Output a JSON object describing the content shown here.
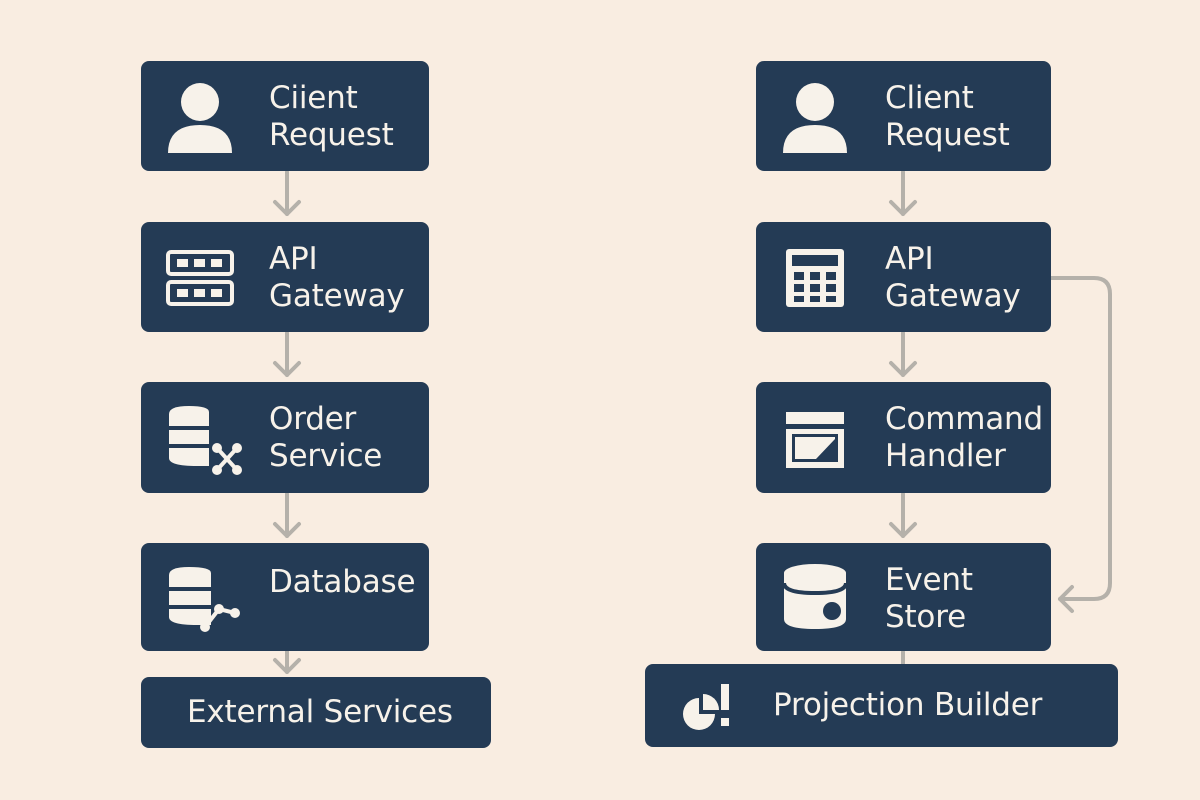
{
  "colors": {
    "background": "#f9ede1",
    "box": "#243b55",
    "box_text": "#f7f2ea",
    "arrow": "#b5b1aa"
  },
  "left_flow": {
    "client": {
      "line1": "Ciient",
      "line2": "Request",
      "icon": "user-icon"
    },
    "gateway": {
      "line1": "API",
      "line2": "Gateway",
      "icon": "server-rack-icon"
    },
    "order": {
      "line1": "Order",
      "line2": "Service",
      "icon": "database-network-icon"
    },
    "database": {
      "label": "Database",
      "icon": "database-share-icon"
    },
    "external": {
      "label": "External Services"
    }
  },
  "right_flow": {
    "client": {
      "line1": "Client",
      "line2": "Request",
      "icon": "user-icon"
    },
    "gateway": {
      "line1": "API",
      "line2": "Gateway",
      "icon": "calculator-grid-icon"
    },
    "command": {
      "line1": "Command",
      "line2": "Handler",
      "icon": "window-icon"
    },
    "event_store": {
      "line1": "Event",
      "line2": "Store",
      "icon": "database-dot-icon"
    },
    "projection": {
      "label": "Projection Builder",
      "icon": "pie-chart-icon"
    }
  }
}
